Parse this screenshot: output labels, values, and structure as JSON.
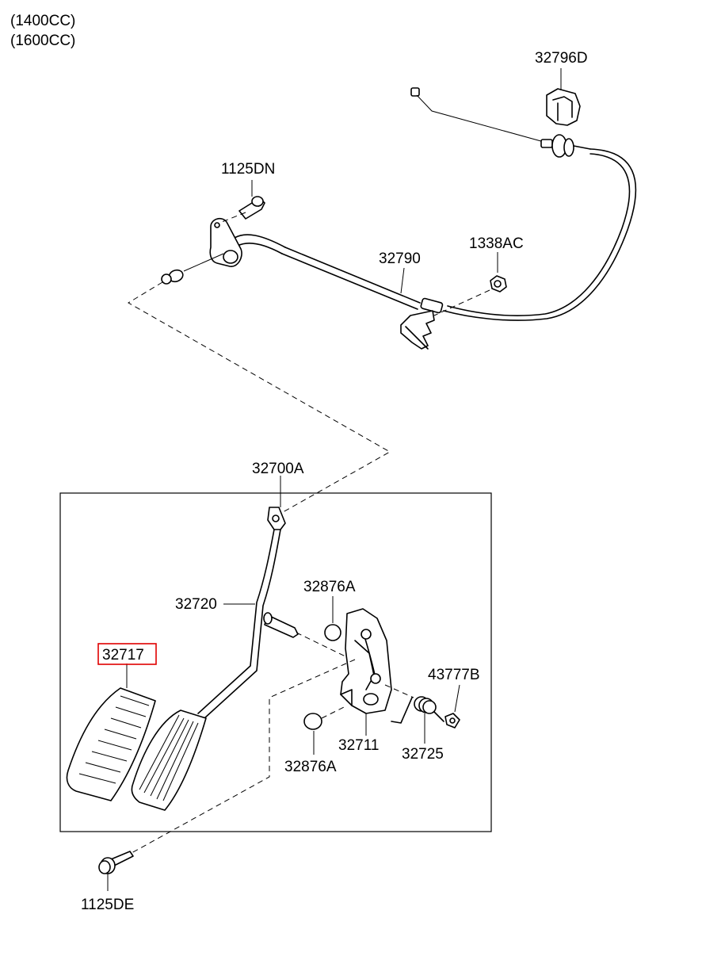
{
  "header": {
    "engine_1": "(1400CC)",
    "engine_2": "(1600CC)"
  },
  "labels": {
    "p32796D": "32796D",
    "p1125DN": "1125DN",
    "p32790": "32790",
    "p1338AC": "1338AC",
    "p32700A": "32700A",
    "p32720": "32720",
    "p32876A_top": "32876A",
    "p32717": "32717",
    "p43777B": "43777B",
    "p32711": "32711",
    "p32725": "32725",
    "p32876A_bottom": "32876A",
    "p1125DE": "1125DE"
  },
  "highlight": {
    "part": "32717",
    "color": "#e00000"
  }
}
